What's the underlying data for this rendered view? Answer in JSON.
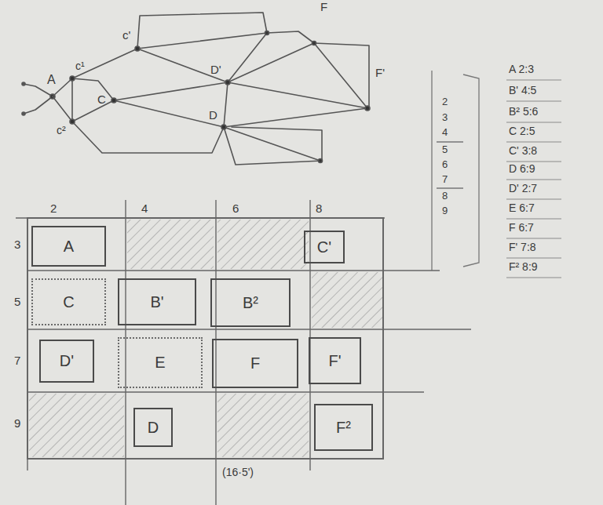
{
  "diagram": {
    "nodes": [
      {
        "text": [
          "A"
        ]
      },
      {
        "text": [
          "C'"
        ]
      },
      {
        "text": [
          "C"
        ]
      },
      {
        "text": [
          "B'"
        ]
      },
      {
        "text": [
          "B²"
        ]
      },
      {
        "text": [
          "D'"
        ]
      },
      {
        "text": [
          "E"
        ]
      },
      {
        "text": [
          "F"
        ]
      },
      {
        "text": [
          "F'"
        ]
      },
      {
        "text": [
          "D"
        ]
      },
      {
        "text": [
          "F²"
        ]
      }
    ],
    "labels": [
      "A",
      "c'",
      "c¹",
      "c²",
      "C",
      "D'",
      "D",
      "F",
      "F'",
      "2",
      "3",
      "4",
      "5",
      "6",
      "7",
      "8",
      "9",
      "2",
      "4",
      "6",
      "8",
      "3",
      "5",
      "7",
      "9",
      "A 2:3",
      "B' 4:5",
      "B² 5:6",
      "C 2:5",
      "C' 3:8",
      "D 6:9",
      "D' 2:7",
      "E 6:7",
      "F 6:7",
      "F' 7:8",
      "F² 8:9",
      "(16·5')"
    ]
  }
}
